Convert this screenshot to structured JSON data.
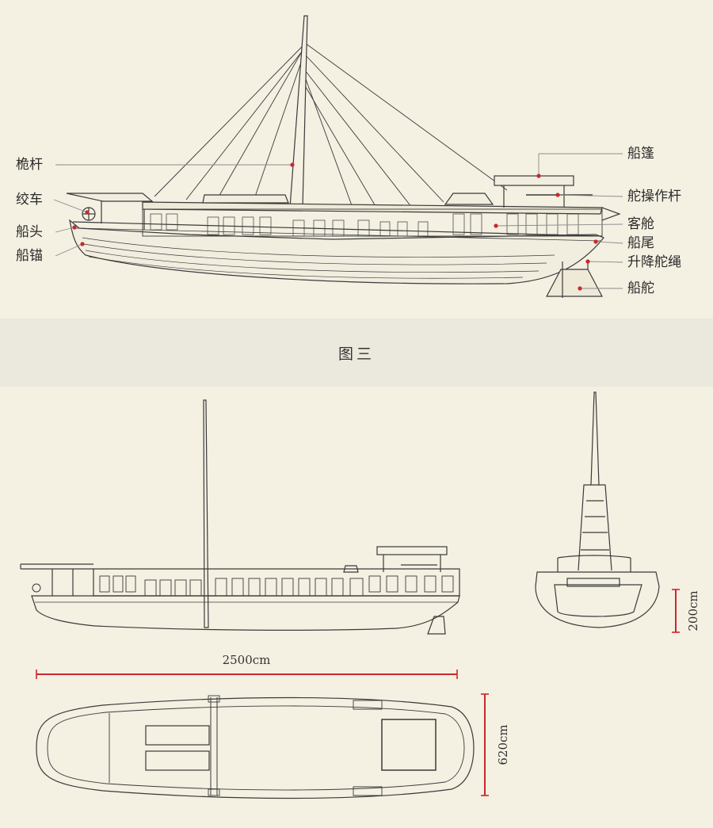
{
  "figure": {
    "caption": "图三",
    "part_labels": {
      "mast": "桅杆",
      "winch": "绞车",
      "bow": "船头",
      "anchor": "船锚",
      "awning": "船篷",
      "rudder_lever": "舵操作杆",
      "cabin": "客舱",
      "stern": "船尾",
      "rudder_rope": "升降舵绳",
      "rudder": "船舵"
    },
    "dimensions": {
      "length": "2500cm",
      "beam": "620cm",
      "height": "200cm"
    }
  },
  "colors": {
    "background": "#f4f0e2",
    "band": "#ebe8dd",
    "line": "#3a3a3a",
    "callout": "#c8282f"
  }
}
